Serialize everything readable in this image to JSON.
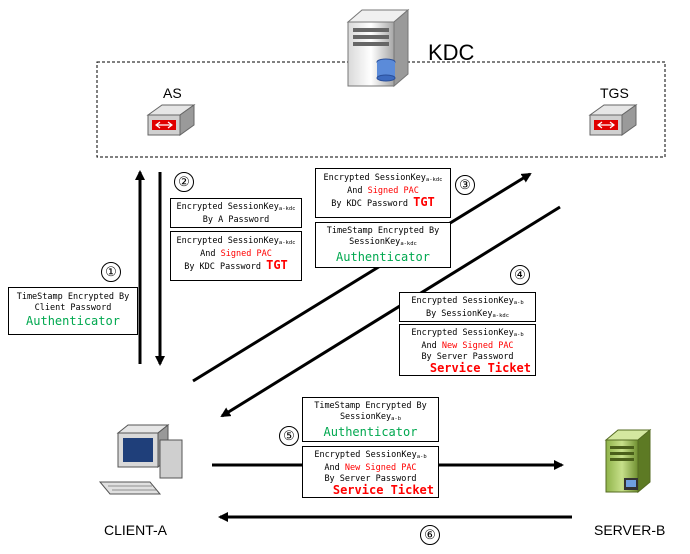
{
  "nodes": {
    "kdc": "KDC",
    "as": "AS",
    "tgs": "TGS",
    "client": "CLIENT-A",
    "server": "SERVER-B"
  },
  "steps": [
    "①",
    "②",
    "③",
    "④",
    "⑤",
    "⑥"
  ],
  "msg1": {
    "line1": "TimeStamp Encrypted By",
    "line2": "Client Password",
    "tag": "Authenticator"
  },
  "msg2a": {
    "line1": "Encrypted SessionKey",
    "line1_sub": "a-kdc",
    "line2": "By A Password"
  },
  "msg2b": {
    "line1": "Encrypted SessionKey",
    "line1_sub": "a-kdc",
    "line2_pre": "And ",
    "line2_red": "Signed PAC",
    "line3": "By KDC Password",
    "tag": "TGT"
  },
  "msg3a": {
    "line1": "Encrypted SessionKey",
    "line1_sub": "a-kdc",
    "line2_pre": "And ",
    "line2_red": "Signed PAC",
    "line3": "By KDC Password",
    "tag": "TGT"
  },
  "msg3b": {
    "line1": "TimeStamp Encrypted By",
    "line2": "SessionKey",
    "line2_sub": "a-kdc",
    "tag": "Authenticator"
  },
  "msg4a": {
    "line1": "Encrypted SessionKey",
    "line1_sub": "a-b",
    "line2": "By SessionKey",
    "line2_sub": "a-kdc"
  },
  "msg4b": {
    "line1": "Encrypted SessionKey",
    "line1_sub": "a-b",
    "line2_pre": "And ",
    "line2_red": "New Signed PAC",
    "line3": "By Server Password",
    "tag": "Service Ticket"
  },
  "msg5a": {
    "line1": "TimeStamp Encrypted By",
    "line2": "SessionKey",
    "line2_sub": "a-b",
    "tag": "Authenticator"
  },
  "msg5b": {
    "line1": "Encrypted SessionKey",
    "line1_sub": "a-b",
    "line2_pre": "And ",
    "line2_red": "New Signed PAC",
    "line3": "By Server Password",
    "tag": "Service Ticket"
  },
  "colors": {
    "authenticator": "#00a84f",
    "highlight": "#ff0000",
    "line": "#000000"
  }
}
